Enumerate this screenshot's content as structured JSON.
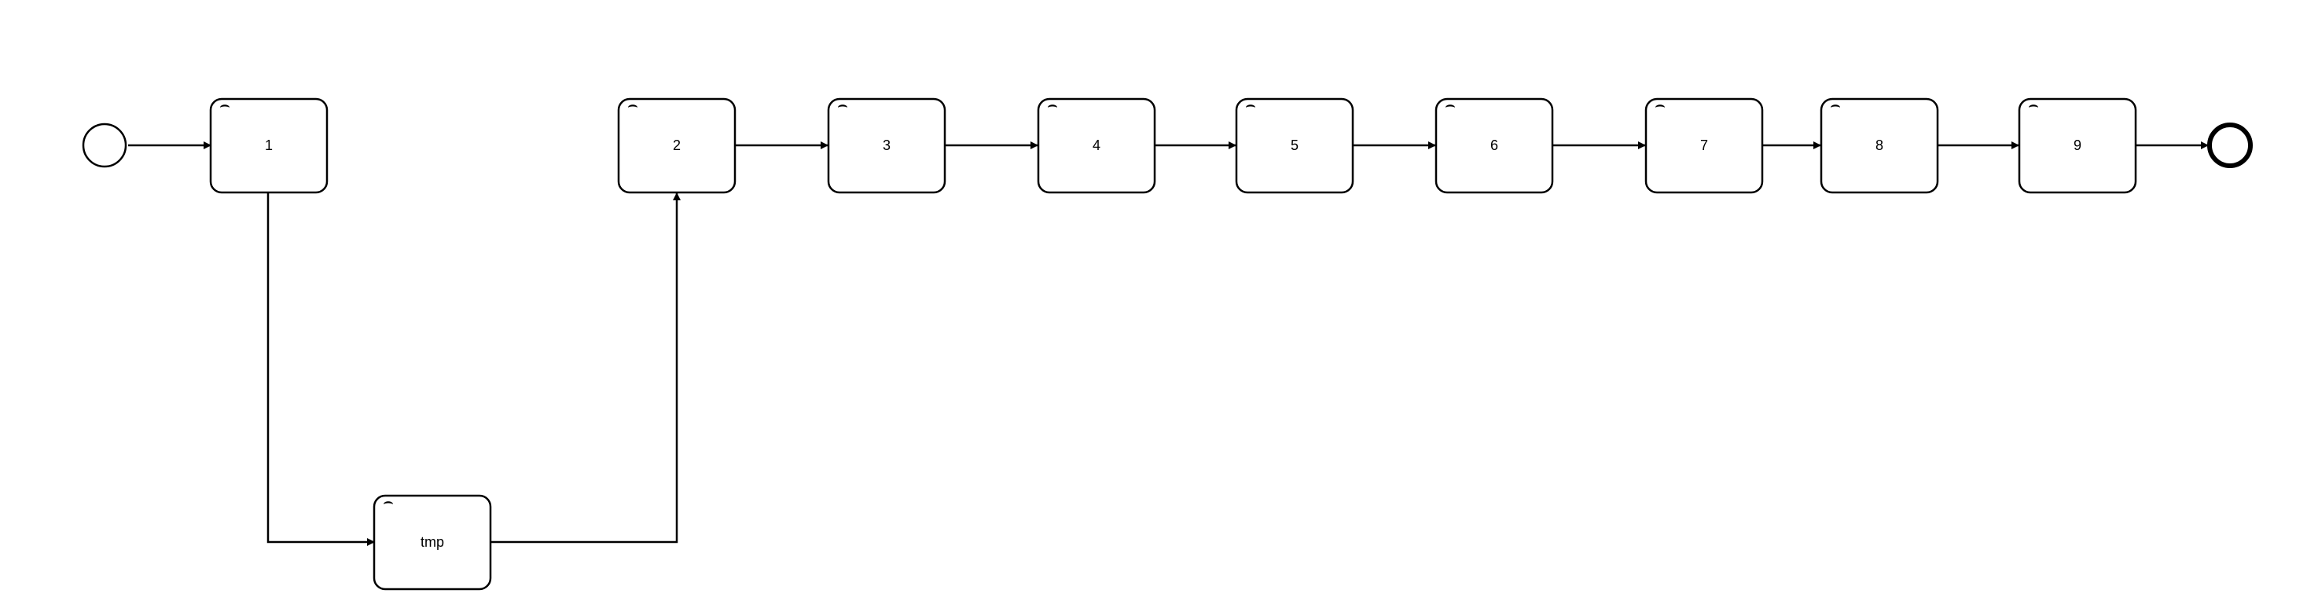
{
  "diagram": {
    "start_event": {
      "id": "start"
    },
    "end_event": {
      "id": "end"
    },
    "tasks": [
      {
        "id": "t1",
        "label": "1",
        "icon": "user-icon"
      },
      {
        "id": "tmp",
        "label": "tmp",
        "icon": "user-icon"
      },
      {
        "id": "t2",
        "label": "2",
        "icon": "user-icon"
      },
      {
        "id": "t3",
        "label": "3",
        "icon": "user-icon"
      },
      {
        "id": "t4",
        "label": "4",
        "icon": "user-icon"
      },
      {
        "id": "t5",
        "label": "5",
        "icon": "user-icon"
      },
      {
        "id": "t6",
        "label": "6",
        "icon": "user-icon"
      },
      {
        "id": "t7",
        "label": "7",
        "icon": "user-icon"
      },
      {
        "id": "t8",
        "label": "8",
        "icon": "user-icon"
      },
      {
        "id": "t9",
        "label": "9",
        "icon": "user-icon"
      }
    ],
    "flows": [
      {
        "from": "start",
        "to": "t1"
      },
      {
        "from": "t1",
        "to": "tmp"
      },
      {
        "from": "tmp",
        "to": "t2"
      },
      {
        "from": "t2",
        "to": "t3"
      },
      {
        "from": "t3",
        "to": "t4"
      },
      {
        "from": "t4",
        "to": "t5"
      },
      {
        "from": "t5",
        "to": "t6"
      },
      {
        "from": "t6",
        "to": "t7"
      },
      {
        "from": "t7",
        "to": "t8"
      },
      {
        "from": "t8",
        "to": "t9"
      },
      {
        "from": "t9",
        "to": "end"
      }
    ]
  }
}
